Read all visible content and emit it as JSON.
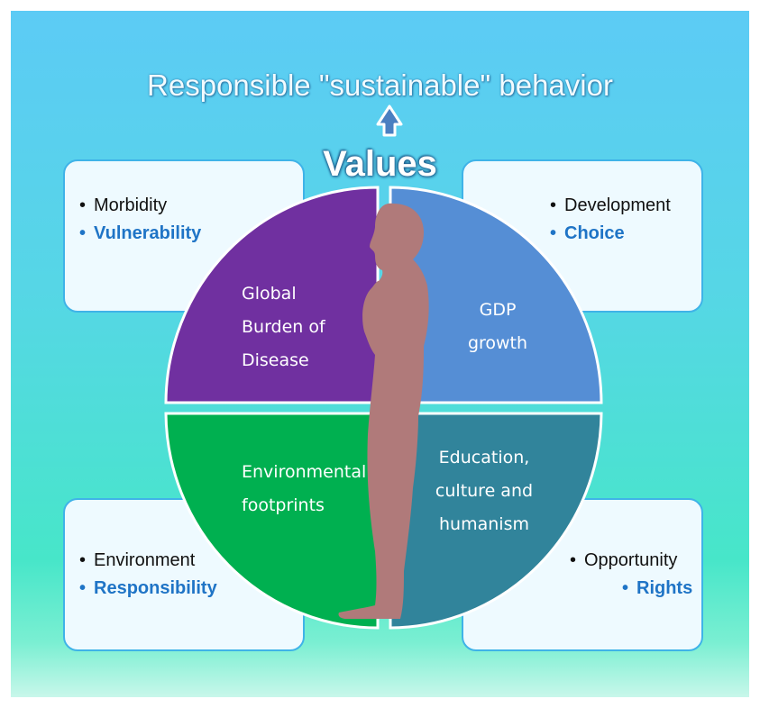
{
  "title": "Responsible \"sustainable\" behavior",
  "center_label": "Values",
  "boxes": {
    "top_left": {
      "item1": "Morbidity",
      "item2": "Vulnerability"
    },
    "top_right": {
      "item1": "Development",
      "item2": "Choice"
    },
    "bottom_left": {
      "item1": "Environment",
      "item2": "Responsibility"
    },
    "bottom_right": {
      "item1": "Opportunity",
      "item2": "Rights"
    }
  },
  "quadrants": {
    "top_left": {
      "line1": "Global",
      "line2": "Burden of",
      "line3": "Disease",
      "color": "#7030a0"
    },
    "top_right": {
      "line1": "GDP",
      "line2": "growth",
      "color": "#558ed5"
    },
    "bottom_left": {
      "line1": "Environmental",
      "line2": "footprints",
      "color": "#00b050"
    },
    "bottom_right": {
      "line1": "Education,",
      "line2": "culture and",
      "line3": "humanism",
      "color": "#31849b"
    }
  },
  "colors": {
    "background_top": "#5ccbf5",
    "background_bottom": "#47e6c9",
    "box_fill": "#eefaff",
    "box_border": "#3fb3e8",
    "accent_text": "#1f74c6",
    "silhouette": "#b07a7a",
    "arrow": "#4a7fc1"
  },
  "icons": {
    "arrow": "up-arrow-icon",
    "figure": "thinking-person-silhouette"
  }
}
